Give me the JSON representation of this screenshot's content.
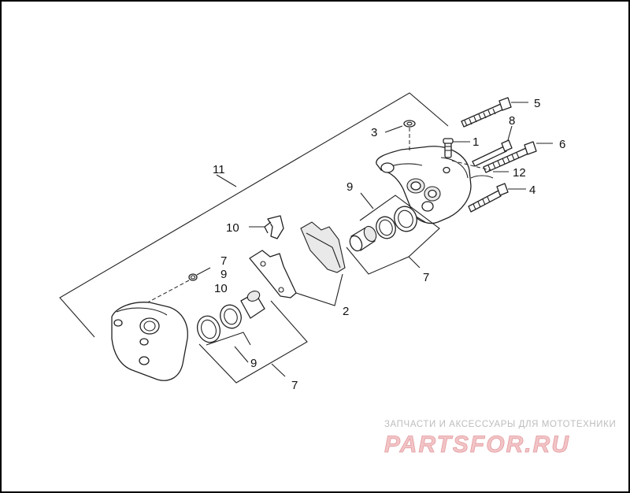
{
  "callouts": {
    "c1": "1",
    "c2": "2",
    "c3": "3",
    "c4": "4",
    "c5": "5",
    "c6": "6",
    "c7_top": "7",
    "c7_right": "7",
    "c7_bottom": "7",
    "c8": "8",
    "c9_top": "9",
    "c9_left": "9",
    "c9_bottom": "9",
    "c10_left": "10",
    "c10_pad": "10",
    "c11": "11",
    "c12": "12"
  },
  "watermark": {
    "subtitle": "ЗАПЧАСТИ И АКСЕССУАРЫ ДЛЯ МОТОТЕХНИКИ",
    "logo": "PARTSFOR.RU"
  },
  "colors": {
    "line": "#222222",
    "frame": "#000000",
    "watermark_logo": "#f2c4c6",
    "watermark_text": "#bdbdbd"
  }
}
